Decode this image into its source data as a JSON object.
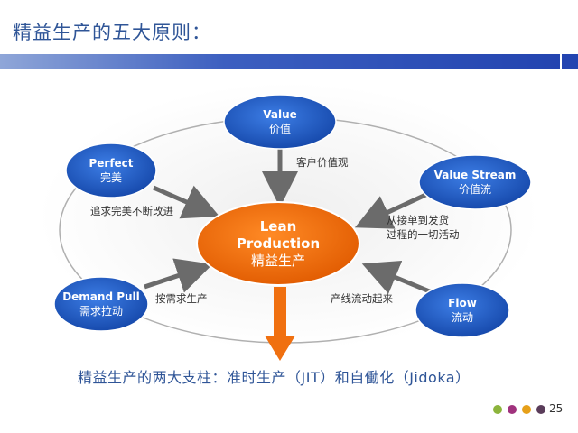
{
  "title": "精益生产的五大原则：",
  "nodes": {
    "value": {
      "en": "Value",
      "cn": "价值"
    },
    "value_stream": {
      "en": "Value Stream",
      "cn": "价值流"
    },
    "flow": {
      "en": "Flow",
      "cn": "流动"
    },
    "demand_pull": {
      "en": "Demand Pull",
      "cn": "需求拉动"
    },
    "perfect": {
      "en": "Perfect",
      "cn": "完美"
    },
    "center": {
      "en_line1": "Lean",
      "en_line2": "Production",
      "cn": "精益生产"
    }
  },
  "edge_labels": {
    "value": "客户价值观",
    "value_stream_1": "从接单到发货",
    "value_stream_2": "过程的一切活动",
    "flow": "产线流动起来",
    "demand_pull": "按需求生产",
    "perfect": "追求完美不断改进"
  },
  "footer": "精益生产的两大支柱：准时生产（JIT）和自働化（Jidoka）",
  "page_number": "25",
  "colors": {
    "title": "#2f5597",
    "node_blue": "#1f5fc8",
    "center_orange": "#f07010",
    "arrow_gray": "#6b6b6b",
    "dots": [
      "#8cb43c",
      "#a0327d",
      "#e6a019",
      "#5a3c5a"
    ]
  },
  "icons": {
    "down_arrow": "orange-down-arrow-icon"
  }
}
